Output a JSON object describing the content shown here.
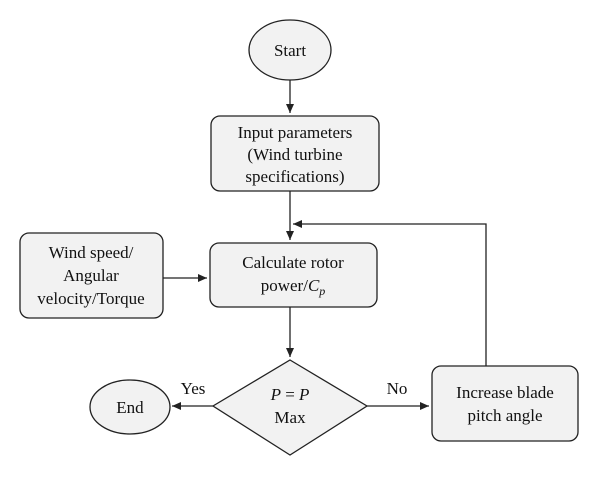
{
  "diagram": {
    "nodes": {
      "start": {
        "label": "Start"
      },
      "input": {
        "lines": [
          "Input parameters",
          "(Wind turbine",
          "specifications)"
        ]
      },
      "wind": {
        "lines": [
          "Wind speed/",
          "Angular",
          "velocity/Torque"
        ]
      },
      "calc": {
        "line1": "Calculate rotor",
        "line2_prefix": "power/",
        "line2_var": "C",
        "line2_sub": "p"
      },
      "decision": {
        "lhs": "P",
        "eq": " = ",
        "rhs": "P",
        "line2": "Max"
      },
      "end": {
        "label": "End"
      },
      "increase": {
        "lines": [
          "Increase blade",
          "pitch angle"
        ]
      }
    },
    "edges": {
      "yes": "Yes",
      "no": "No"
    }
  }
}
